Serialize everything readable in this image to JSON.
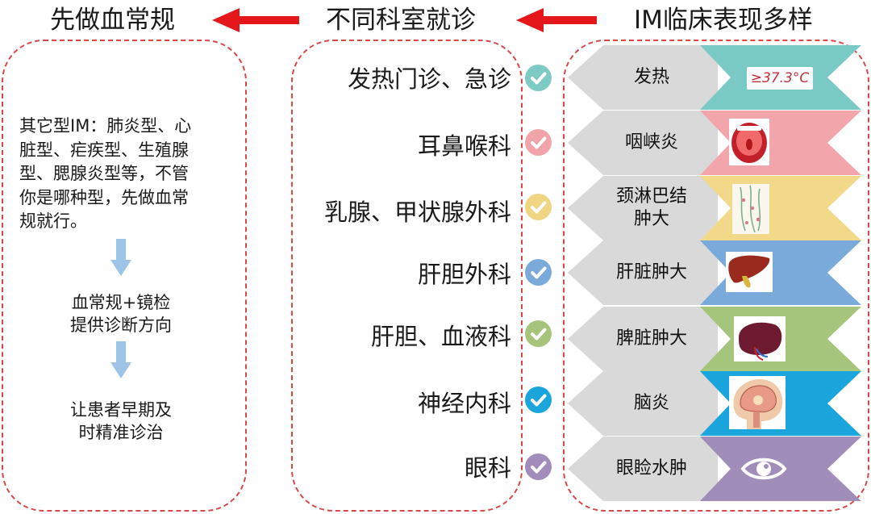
{
  "titles": {
    "left": "先做血常规",
    "middle": "不同科室就诊",
    "right": "IM临床表现多样"
  },
  "left_panel": {
    "description_lines": [
      "其它型IM：肺炎型、心",
      "脏型、疟疾型、生殖腺",
      "型、腮腺炎型等，不管",
      "你是哪种型，先做血常",
      "规就行。"
    ],
    "step1": [
      "血常规+镜检",
      "提供诊断方向"
    ],
    "step2": [
      "让患者早期及",
      "时精准诊治"
    ]
  },
  "departments": [
    "发热门诊、急诊",
    "耳鼻喉科",
    "乳腺、甲状腺外科",
    "肝胆外科",
    "肝胆、血液科",
    "神经内科",
    "眼科"
  ],
  "symptoms": [
    {
      "label_lines": [
        "发热"
      ],
      "color": "#79c9c4",
      "check": "#7ecbc5",
      "icon": "thermometer-reading-icon",
      "reading": "≥37.3°C"
    },
    {
      "label_lines": [
        "咽峡炎"
      ],
      "color": "#f2a5aa",
      "check": "#f0a3a8",
      "icon": "throat-icon"
    },
    {
      "label_lines": [
        "颈淋巴结",
        "肿大"
      ],
      "color": "#f2d98a",
      "check": "#f0d682",
      "icon": "lymph-node-icon"
    },
    {
      "label_lines": [
        "肝脏肿大"
      ],
      "color": "#7aaad9",
      "check": "#7aaad9",
      "icon": "liver-icon"
    },
    {
      "label_lines": [
        "脾脏肿大"
      ],
      "color": "#a5c47c",
      "check": "#a6c47c",
      "icon": "spleen-icon"
    },
    {
      "label_lines": [
        "脑炎"
      ],
      "color": "#1aa5dd",
      "check": "#1aa5dd",
      "icon": "brain-icon"
    },
    {
      "label_lines": [
        "眼睑水肿"
      ],
      "color": "#a18dba",
      "check": "#a28cbb",
      "icon": "eye-icon"
    }
  ],
  "colors": {
    "arrow": "#e4171b",
    "panel_border": "#d84848",
    "down_arrow": "#9dc3e6",
    "grey_label": "#d9d9d9"
  }
}
